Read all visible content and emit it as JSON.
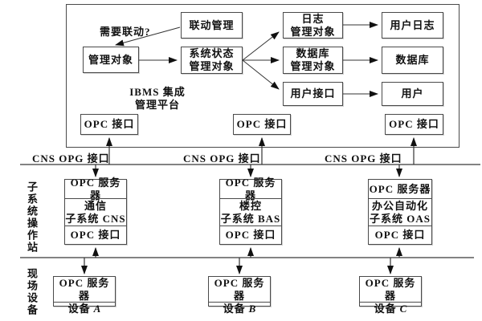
{
  "colors": {
    "line": "#333333",
    "bus_line": "#5a5a5a",
    "border": "#4a4a4a",
    "text": "#111111",
    "background": "#ffffff"
  },
  "platform": {
    "title_line1": "IBMS 集成",
    "title_line2": "管理平台",
    "question_label": "需要联动?",
    "linkage_box": "联动管理",
    "managed_object_box": "管理对象",
    "sys_state_box_line1": "系统状态",
    "sys_state_box_line2": "管理对象",
    "log_box_line1": "日志",
    "log_box_line2": "管理对象",
    "user_log_box": "用户日志",
    "db_mgmt_box_line1": "数据库",
    "db_mgmt_box_line2": "管理对象",
    "database_box": "数据库",
    "user_interface_box": "用户接口",
    "user_box": "用户",
    "opc_interfaces": [
      "OPC 接口",
      "OPC 接口",
      "OPC 接口"
    ]
  },
  "bus_labels": [
    "CNS OPG 接口",
    "CNS OPG 接口",
    "CNS OPG 接口"
  ],
  "subsystem_station": {
    "side_label": "子系统操作站",
    "columns": [
      {
        "server": "OPC 服务器",
        "name_line1": "通信",
        "name_line2": "子系统 CNS",
        "interface": "OPC 接口"
      },
      {
        "server": "OPC 服务器",
        "name_line1": "楼控",
        "name_line2": "子系统 BAS",
        "interface": "OPC 接口"
      },
      {
        "server": "OPC 服务器",
        "name_line1": "办公自动化",
        "name_line2": "子系统 OAS",
        "interface": "OPC 接口"
      }
    ]
  },
  "field_devices": {
    "side_label": "现场设备",
    "columns": [
      {
        "server": "OPC 服务器",
        "device_prefix": "设备",
        "device_id": "A"
      },
      {
        "server": "OPC 服务器",
        "device_prefix": "设备",
        "device_id": "B"
      },
      {
        "server": "OPC 服务器",
        "device_prefix": "设备",
        "device_id": "C"
      }
    ]
  }
}
